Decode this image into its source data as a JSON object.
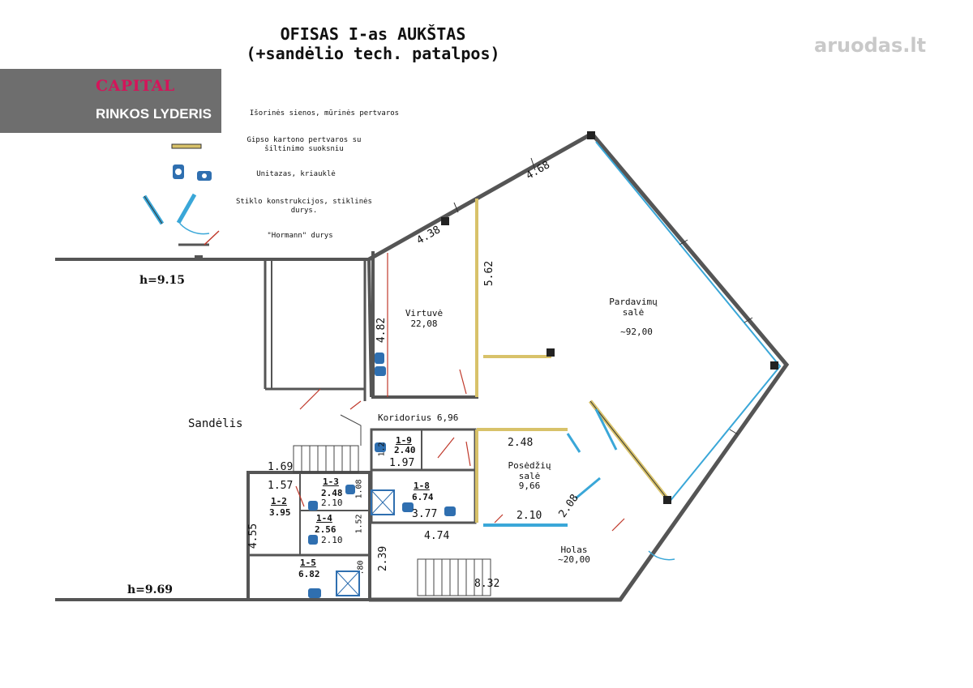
{
  "title": {
    "line1": "OFISAS I-as AUKŠTAS",
    "line2": "(+sandėlio tech. patalpos)"
  },
  "watermark": "aruodas.lt",
  "brand": {
    "logo_text": "CAPITAL",
    "tagline": "RINKOS LYDERIS"
  },
  "legend": {
    "walls": "Išorinės sienos, mūrinės pertvaros",
    "gypsum": "Gipso kartono pertvaros su šiltinimo suoksniu",
    "sanitary": "Unitazas, kriauklė",
    "glass": "Stiklo konstrukcijos, stiklinės durys.",
    "hormann": "\"Hormann\" durys"
  },
  "levels": {
    "upper": "h=9.15",
    "lower": "h=9.69"
  },
  "rooms": {
    "kitchen_name": "Virtuvė",
    "kitchen_area": "22,08",
    "sales_name": "Pardavimų salė",
    "sales_area": "~92,00",
    "warehouse": "Sandėlis",
    "corridor": "Koridorius 6,96",
    "meeting_name": "Posėdžių salė",
    "meeting_area": "9,66",
    "hall_name": "Holas",
    "hall_area": "~20,00",
    "r19_id": "1-9",
    "r19_area": "2.40",
    "r18_id": "1-8",
    "r18_area": "6.74",
    "r13_id": "1-3",
    "r13_area": "2.48",
    "r12_id": "1-2",
    "r12_area": "3.95",
    "r14_id": "1-4",
    "r14_area": "2.56",
    "r15_id": "1-5",
    "r15_area": "6.82"
  },
  "dimensions": {
    "d468": "4.68",
    "d438": "4.38",
    "d562": "5.62",
    "d482": "4.82",
    "d248": "2.48",
    "d208": "2.08",
    "d210": "2.10",
    "d474": "4.74",
    "d239": "2.39",
    "d832": "8.32",
    "d377": "3.77",
    "d197": "1.97",
    "d169": "1.69",
    "d157": "1.57",
    "d455": "4.55",
    "d210a": "2.10",
    "d210b": "2.10",
    "d108": "1.08",
    "d152": "1.52",
    "d80": ".80",
    "d12": "1.2"
  },
  "colors": {
    "brand_bg": "#6e6e6e",
    "brand_red": "#d4145a",
    "wall": "#555555",
    "gypsum": "#d8c26a",
    "glass": "#3aa7d8",
    "door": "#c0392b",
    "sanitary": "#2f6fb0"
  }
}
